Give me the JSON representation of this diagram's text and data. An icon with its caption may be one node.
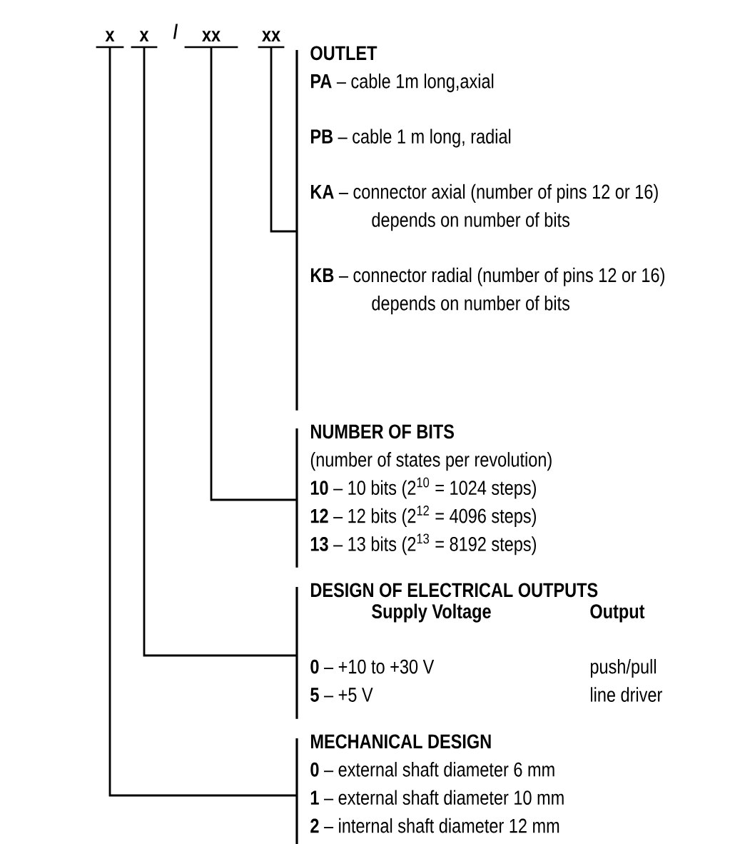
{
  "diagram": {
    "nodes": [
      {
        "text": [
          "x"
        ]
      },
      {
        "text": [
          "x"
        ]
      },
      {
        "text": [
          "xx"
        ]
      },
      {
        "text": [
          "xx"
        ]
      },
      {
        "text": [
          "OUTLET",
          "**PA** – cable 1m long,axial",
          "**PB** – cable 1 m long, radial",
          "**KA** – connector axial (number of pins 12 or 16) depends on number of bits",
          "**KB** – connector radial (number of pins 12 or 16) depends on number of bits"
        ]
      },
      {
        "text": [
          "NUMBER OF BITS",
          "(number of states per revolution)",
          "**10** – 10 bits (2$^{10}$ = 1024 steps)",
          "**12** – 12 bits (2$^{12}$ = 4096 steps)",
          "**13** – 13 bits (2$^{13}$ = 8192 steps)"
        ]
      },
      {
        "text": [
          "DESIGN OF ELECTRICAL OUTPUTS",
          "Supply Voltage",
          "Output",
          "**0** – +10 to +30 V",
          "push/pull",
          "**5** – +5 V",
          "line driver"
        ]
      },
      {
        "text": [
          "MECHANICAL DESIGN",
          "**0** – external shaft diameter 6 mm",
          "**1** – external shaft diameter 10 mm",
          "**2** – internal shaft diameter 12 mm"
        ]
      }
    ],
    "edges": [
      {
        "from": 3,
        "to": 4,
        "arrow": "none"
      },
      {
        "from": 2,
        "to": 5,
        "arrow": "none"
      },
      {
        "from": 1,
        "to": 6,
        "arrow": "none"
      },
      {
        "from": 0,
        "to": 7,
        "arrow": "none"
      }
    ],
    "labels": [
      "/"
    ]
  }
}
